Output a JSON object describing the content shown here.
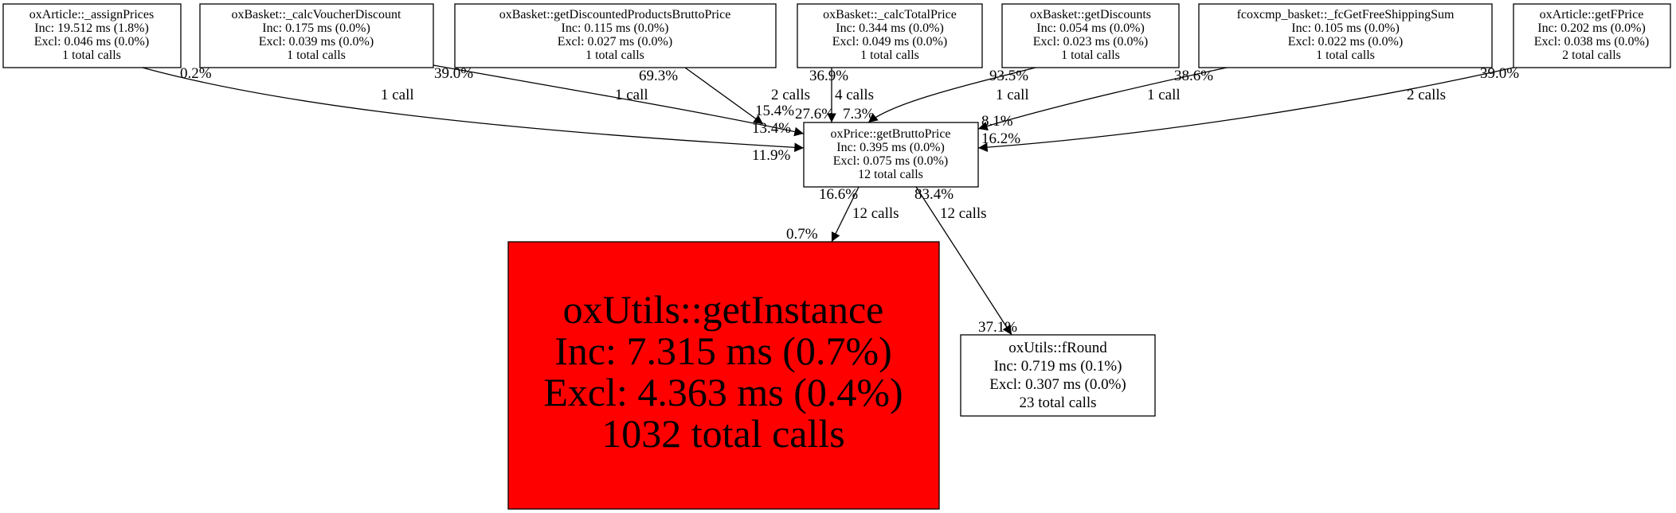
{
  "nodes": {
    "assign_prices": {
      "name": "oxArticle::_assignPrices",
      "inc": "Inc: 19.512 ms (1.8%)",
      "excl": "Excl: 0.046 ms (0.0%)",
      "calls": "1 total calls"
    },
    "calc_voucher": {
      "name": "oxBasket::_calcVoucherDiscount",
      "inc": "Inc: 0.175 ms (0.0%)",
      "excl": "Excl: 0.039 ms (0.0%)",
      "calls": "1 total calls"
    },
    "discounted_brutto": {
      "name": "oxBasket::getDiscountedProductsBruttoPrice",
      "inc": "Inc: 0.115 ms (0.0%)",
      "excl": "Excl: 0.027 ms (0.0%)",
      "calls": "1 total calls"
    },
    "calc_total": {
      "name": "oxBasket::_calcTotalPrice",
      "inc": "Inc: 0.344 ms (0.0%)",
      "excl": "Excl: 0.049 ms (0.0%)",
      "calls": "1 total calls"
    },
    "get_discounts": {
      "name": "oxBasket::getDiscounts",
      "inc": "Inc: 0.054 ms (0.0%)",
      "excl": "Excl: 0.023 ms (0.0%)",
      "calls": "1 total calls"
    },
    "free_shipping": {
      "name": "fcoxcmp_basket::_fcGetFreeShippingSum",
      "inc": "Inc: 0.105 ms (0.0%)",
      "excl": "Excl: 0.022 ms (0.0%)",
      "calls": "1 total calls"
    },
    "get_fprice": {
      "name": "oxArticle::getFPrice",
      "inc": "Inc: 0.202 ms (0.0%)",
      "excl": "Excl: 0.038 ms (0.0%)",
      "calls": "2 total calls"
    },
    "brutto_price": {
      "name": "oxPrice::getBruttoPrice",
      "inc": "Inc: 0.395 ms (0.0%)",
      "excl": "Excl: 0.075 ms (0.0%)",
      "calls": "12 total calls"
    },
    "get_instance": {
      "name": "oxUtils::getInstance",
      "inc": "Inc: 7.315 ms (0.7%)",
      "excl": "Excl: 4.363 ms (0.4%)",
      "calls": "1032 total calls",
      "fill": "#ff0000"
    },
    "fround": {
      "name": "oxUtils::fRound",
      "inc": "Inc: 0.719 ms (0.1%)",
      "excl": "Excl: 0.307 ms (0.0%)",
      "calls": "23 total calls"
    }
  },
  "edges": [
    {
      "from": "assign_prices",
      "to": "brutto_price",
      "src_pct": "0.2%",
      "calls": "1 call",
      "dst_pct": "11.9%"
    },
    {
      "from": "calc_voucher",
      "to": "brutto_price",
      "src_pct": "39.0%",
      "calls": "1 call",
      "dst_pct": "13.4%"
    },
    {
      "from": "discounted_brutto",
      "to": "brutto_price",
      "src_pct": "69.3%",
      "calls": "2 calls",
      "dst_pct": "15.4%"
    },
    {
      "from": "calc_total",
      "to": "brutto_price",
      "src_pct": "36.9%",
      "calls": "4 calls",
      "dst_pct": "27.6%"
    },
    {
      "from": "get_discounts",
      "to": "brutto_price",
      "src_pct": "93.5%",
      "calls": "1 call",
      "dst_pct": "7.3%"
    },
    {
      "from": "free_shipping",
      "to": "brutto_price",
      "src_pct": "38.6%",
      "calls": "1 call",
      "dst_pct": "8.1%"
    },
    {
      "from": "get_fprice",
      "to": "brutto_price",
      "src_pct": "39.0%",
      "calls": "2 calls",
      "dst_pct": "16.2%"
    },
    {
      "from": "brutto_price",
      "to": "get_instance",
      "src_pct": "16.6%",
      "calls": "12 calls",
      "dst_pct": "0.7%"
    },
    {
      "from": "brutto_price",
      "to": "fround",
      "src_pct": "83.4%",
      "calls": "12 calls",
      "dst_pct": "37.1%"
    }
  ]
}
